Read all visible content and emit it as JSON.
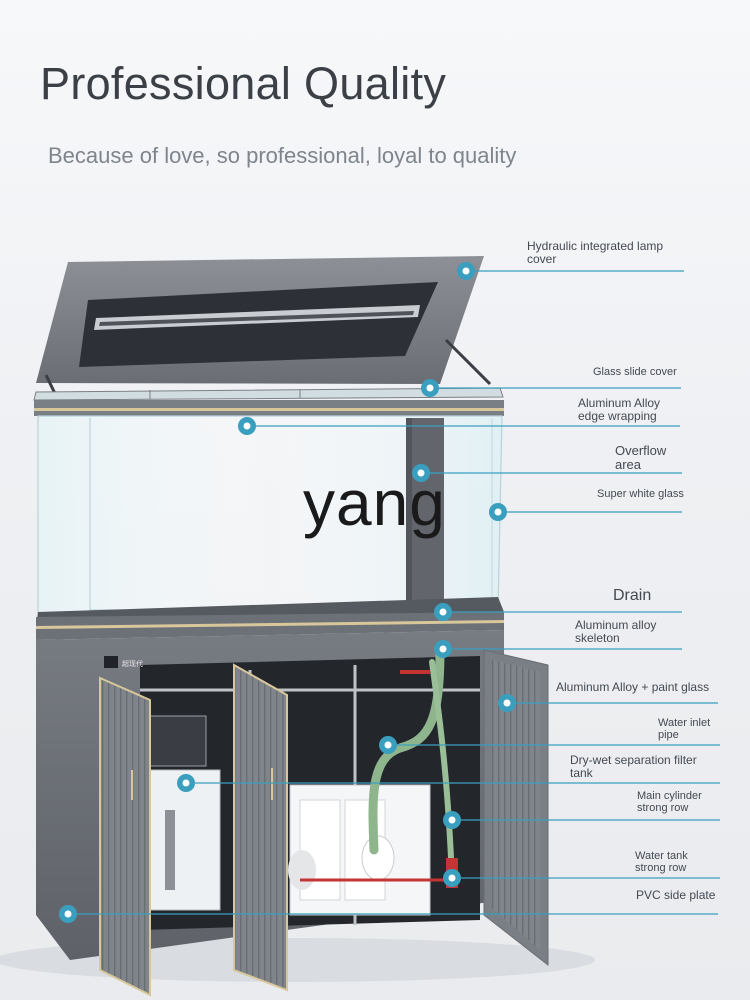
{
  "header": {
    "title": "Professional Quality",
    "subtitle": "Because of love, so professional, loyal to quality"
  },
  "watermark": "yang",
  "brand_badge": "超现代",
  "colors": {
    "marker": "#3a9fbf",
    "leader_line": "#3a9fbf",
    "cabinet_gray": "#6d7178",
    "gold_trim": "#d8c79a"
  },
  "callouts": [
    {
      "id": "lamp_cover",
      "lines": [
        "Hydraulic integrated lamp",
        "cover"
      ]
    },
    {
      "id": "glass_slide_cover",
      "lines": [
        "Glass slide cover"
      ]
    },
    {
      "id": "edge_wrapping",
      "lines": [
        "Aluminum Alloy",
        "edge wrapping"
      ]
    },
    {
      "id": "overflow_area",
      "lines": [
        "Overflow",
        "area"
      ]
    },
    {
      "id": "super_white_glass",
      "lines": [
        "Super white glass"
      ]
    },
    {
      "id": "drain",
      "lines": [
        "Drain"
      ]
    },
    {
      "id": "alloy_skeleton",
      "lines": [
        "Aluminum alloy",
        "skeleton"
      ]
    },
    {
      "id": "alloy_paint_glass",
      "lines": [
        "Aluminum Alloy + paint glass"
      ]
    },
    {
      "id": "water_inlet_pipe",
      "lines": [
        "Water inlet",
        "pipe"
      ]
    },
    {
      "id": "dry_wet_filter",
      "lines": [
        "Dry-wet separation filter",
        "tank"
      ]
    },
    {
      "id": "main_cylinder_row",
      "lines": [
        "Main cylinder",
        "strong row"
      ]
    },
    {
      "id": "water_tank_row",
      "lines": [
        "Water tank",
        "strong row"
      ]
    },
    {
      "id": "pvc_side_plate",
      "lines": [
        "PVC side plate"
      ]
    }
  ]
}
